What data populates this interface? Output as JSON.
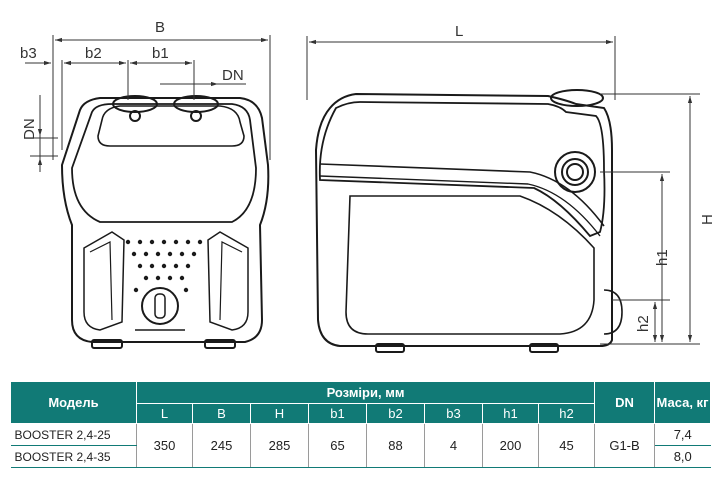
{
  "dimension_labels": {
    "B": "B",
    "b3": "b3",
    "b2": "b2",
    "b1": "b1",
    "DN": "DN",
    "DN_left": "DN",
    "L": "L",
    "H": "H",
    "h1": "h1",
    "h2": "h2"
  },
  "table": {
    "header_model": "Модель",
    "header_dimensions": "Розміри, мм",
    "header_dn": "DN",
    "header_mass": "Маса, кг",
    "sub_headers": [
      "L",
      "B",
      "H",
      "b1",
      "b2",
      "b3",
      "h1",
      "h2"
    ],
    "rows": [
      {
        "model": "BOOSTER 2,4-25",
        "mass": "7,4"
      },
      {
        "model": "BOOSTER 2,4-35",
        "mass": "8,0"
      }
    ],
    "shared": {
      "L": "350",
      "B": "245",
      "H": "285",
      "b1": "65",
      "b2": "88",
      "b3": "4",
      "h1": "200",
      "h2": "45",
      "dn": "G1-B"
    }
  },
  "colors": {
    "header_bg": "#117a76",
    "line": "#1a1a1a"
  }
}
